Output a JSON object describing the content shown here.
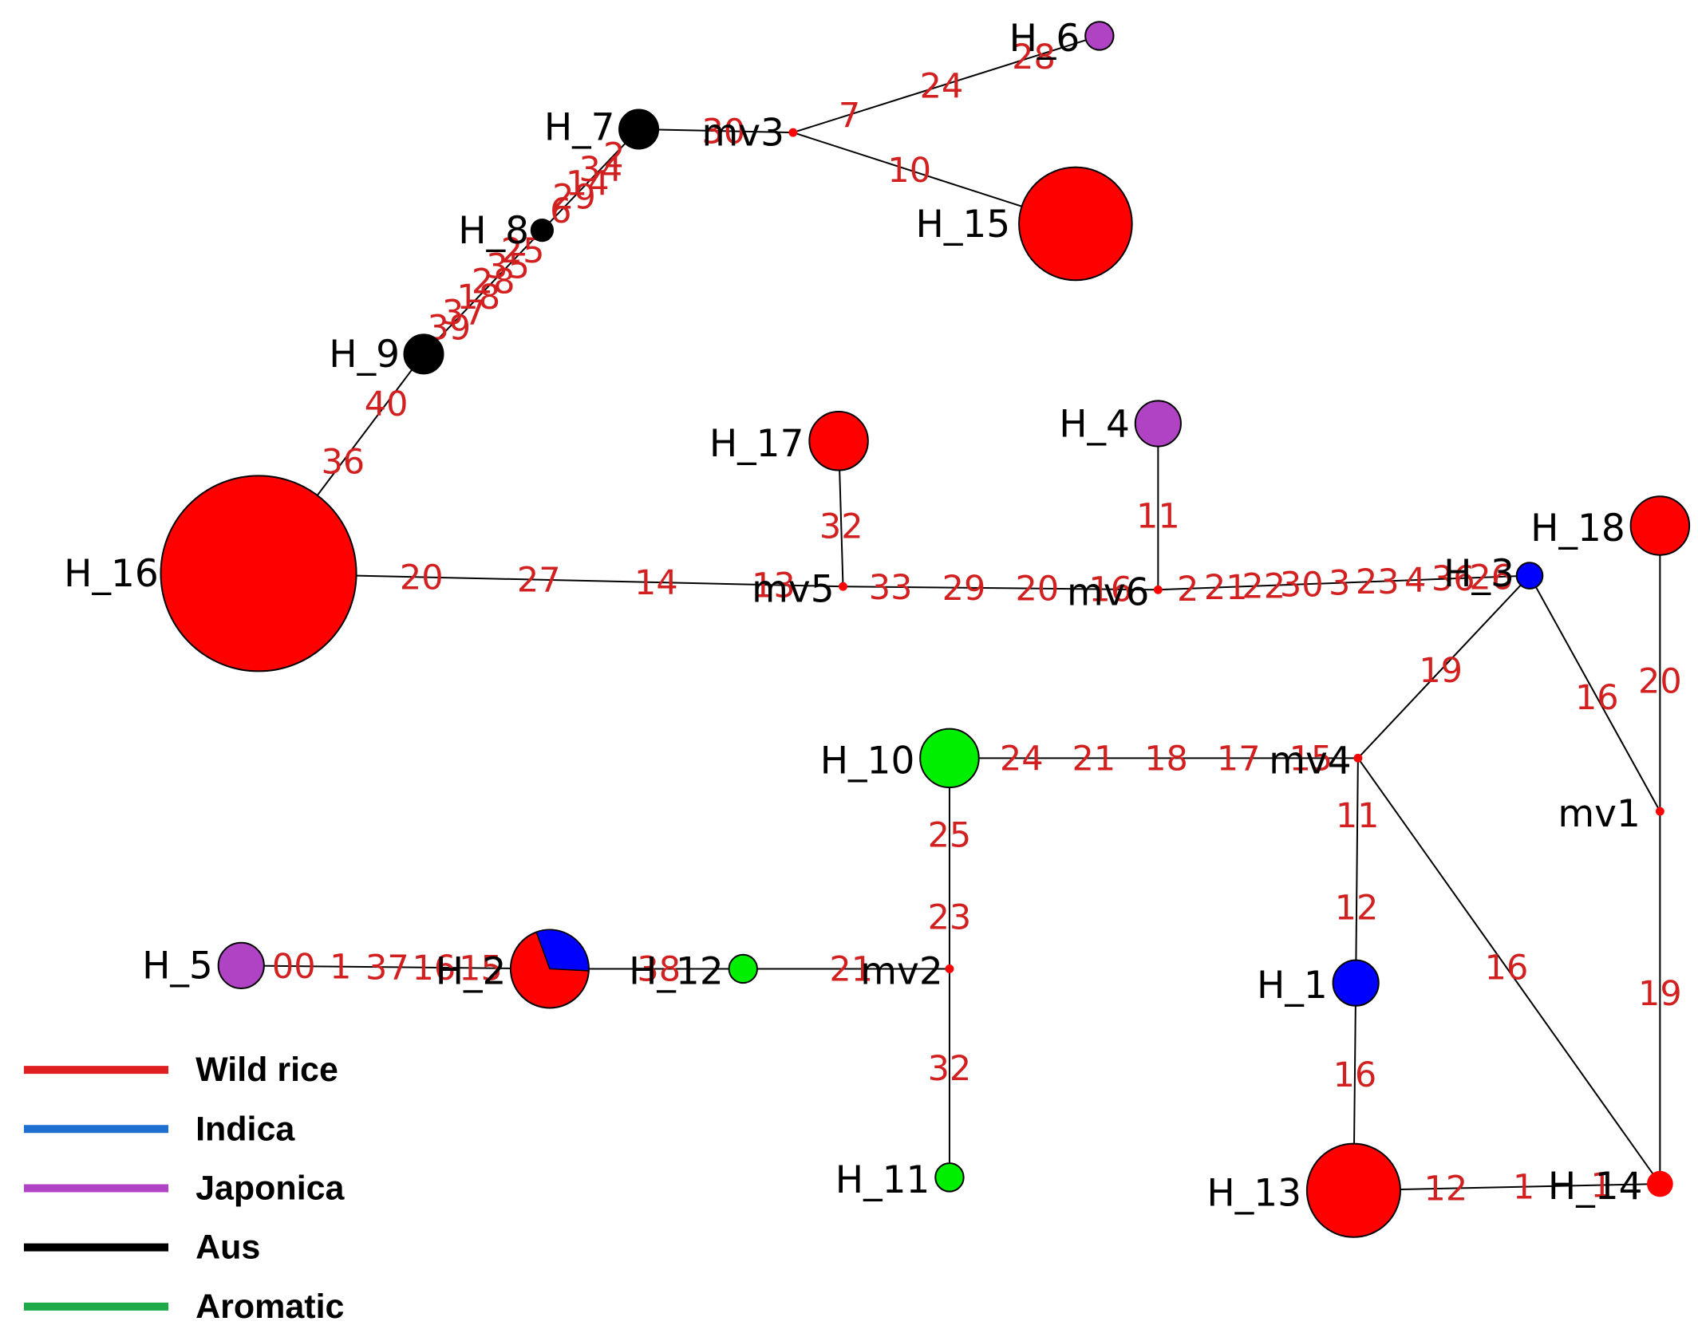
{
  "colors": {
    "wild_rice": "#ff0000",
    "indica": "#0000ff",
    "japonica": "#b042c4",
    "aus": "#000000",
    "aromatic": "#00ee00",
    "mutation_label": "#d22020",
    "edge": "#000000"
  },
  "legend": [
    {
      "label": "Wild rice",
      "color": "#e02020"
    },
    {
      "label": "Indica",
      "color": "#1f6fd0"
    },
    {
      "label": "Japonica",
      "color": "#b042c4"
    },
    {
      "label": "Aus",
      "color": "#000000"
    },
    {
      "label": "Aromatic",
      "color": "#1faa4a"
    }
  ],
  "nodes": [
    {
      "id": "H_16",
      "label": "H_16",
      "group": "wild_rice"
    },
    {
      "id": "H_9",
      "label": "H_9",
      "group": "aus"
    },
    {
      "id": "H_8",
      "label": "H_8",
      "group": "aus"
    },
    {
      "id": "H_7",
      "label": "H_7",
      "group": "aus"
    },
    {
      "id": "mv3",
      "label": "mv3",
      "group": "median"
    },
    {
      "id": "H_6",
      "label": "H_6",
      "group": "japonica"
    },
    {
      "id": "H_15",
      "label": "H_15",
      "group": "wild_rice"
    },
    {
      "id": "H_17",
      "label": "H_17",
      "group": "wild_rice"
    },
    {
      "id": "mv5",
      "label": "mv5",
      "group": "median"
    },
    {
      "id": "H_4",
      "label": "H_4",
      "group": "japonica"
    },
    {
      "id": "mv6",
      "label": "mv6",
      "group": "median"
    },
    {
      "id": "H_3",
      "label": "H_3",
      "group": "indica"
    },
    {
      "id": "H_18",
      "label": "H_18",
      "group": "wild_rice"
    },
    {
      "id": "mv1",
      "label": "mv1",
      "group": "median"
    },
    {
      "id": "mv4",
      "label": "mv4",
      "group": "median"
    },
    {
      "id": "H_10",
      "label": "H_10",
      "group": "aromatic"
    },
    {
      "id": "mv2",
      "label": "mv2",
      "group": "median"
    },
    {
      "id": "H_12",
      "label": "H_12",
      "group": "aromatic"
    },
    {
      "id": "H_2",
      "label": "H_2",
      "group": "mixed"
    },
    {
      "id": "H_5",
      "label": "H_5",
      "group": "japonica"
    },
    {
      "id": "H_11",
      "label": "H_11",
      "group": "aromatic"
    },
    {
      "id": "H_1",
      "label": "H_1",
      "group": "indica"
    },
    {
      "id": "H_13",
      "label": "H_13",
      "group": "wild_rice"
    },
    {
      "id": "H_14",
      "label": "H_14",
      "group": "median"
    }
  ],
  "edges": [
    {
      "from": "H_16",
      "to": "H_9",
      "mutations": [
        "36",
        "40"
      ]
    },
    {
      "from": "H_9",
      "to": "H_8",
      "mutations": [
        "39",
        "37",
        "18",
        "28",
        "35",
        "25"
      ]
    },
    {
      "from": "H_8",
      "to": "H_7",
      "mutations": [
        "6",
        "29",
        "14",
        "34",
        "2"
      ]
    },
    {
      "from": "H_7",
      "to": "mv3",
      "mutations": [
        "30"
      ]
    },
    {
      "from": "mv3",
      "to": "H_6",
      "mutations": [
        "7",
        "24",
        "28"
      ]
    },
    {
      "from": "mv3",
      "to": "H_15",
      "mutations": [
        "10"
      ]
    },
    {
      "from": "H_16",
      "to": "mv5",
      "mutations": [
        "20",
        "27",
        "14",
        "13"
      ]
    },
    {
      "from": "H_17",
      "to": "mv5",
      "mutations": [
        "32"
      ]
    },
    {
      "from": "mv5",
      "to": "mv6",
      "mutations": [
        "33",
        "29",
        "20",
        "16"
      ]
    },
    {
      "from": "H_4",
      "to": "mv6",
      "mutations": [
        "11"
      ]
    },
    {
      "from": "mv6",
      "to": "H_3",
      "mutations": [
        "2",
        "21",
        "22",
        "30",
        "3",
        "23",
        "4",
        "36",
        "26"
      ]
    },
    {
      "from": "H_3",
      "to": "mv4",
      "mutations": [
        "19"
      ]
    },
    {
      "from": "H_3",
      "to": "mv1",
      "mutations": [
        "16"
      ]
    },
    {
      "from": "H_18",
      "to": "mv1",
      "mutations": [
        "20"
      ]
    },
    {
      "from": "H_10",
      "to": "mv4",
      "mutations": [
        "24",
        "21",
        "18",
        "17",
        "15"
      ]
    },
    {
      "from": "H_10",
      "to": "mv2",
      "mutations": [
        "25",
        "23"
      ]
    },
    {
      "from": "mv2",
      "to": "H_12",
      "mutations": [
        "21"
      ]
    },
    {
      "from": "H_12",
      "to": "H_2",
      "mutations": [
        "38"
      ]
    },
    {
      "from": "H_2",
      "to": "H_5",
      "mutations": [
        "15",
        "16",
        "37",
        "1",
        "00"
      ]
    },
    {
      "from": "mv2",
      "to": "H_11",
      "mutations": [
        "32"
      ]
    },
    {
      "from": "mv4",
      "to": "H_1",
      "mutations": [
        "11",
        "12"
      ]
    },
    {
      "from": "H_1",
      "to": "H_13",
      "mutations": [
        "16"
      ]
    },
    {
      "from": "mv4",
      "to": "H_14",
      "mutations": [
        "16"
      ]
    },
    {
      "from": "mv1",
      "to": "H_14",
      "mutations": [
        "19"
      ]
    },
    {
      "from": "H_13",
      "to": "H_14",
      "mutations": [
        "12",
        "1",
        "1"
      ]
    }
  ]
}
